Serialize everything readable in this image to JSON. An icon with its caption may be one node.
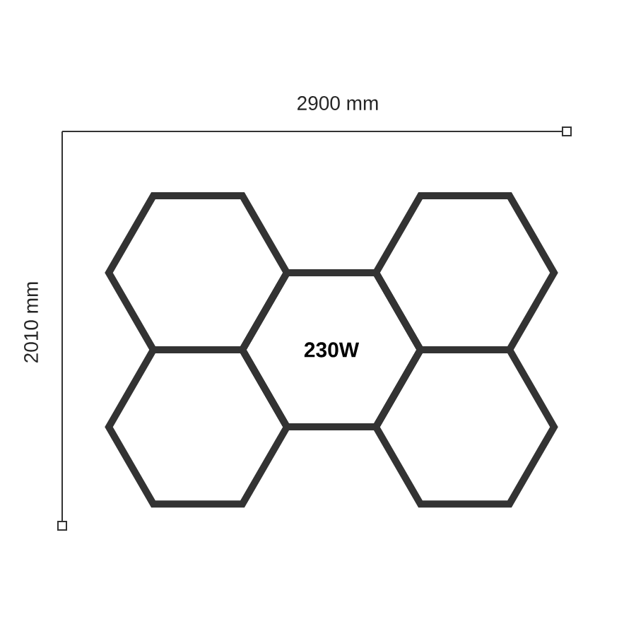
{
  "diagram": {
    "nodes": [
      {
        "text": [],
        "shape": "hexagon"
      },
      {
        "text": [],
        "shape": "hexagon"
      },
      {
        "text": [
          "230W"
        ]
      },
      {
        "text": [],
        "shape": "hexagon"
      },
      {
        "text": [],
        "shape": "hexagon"
      }
    ],
    "labels": [
      "2900 mm",
      "2010 mm"
    ]
  }
}
